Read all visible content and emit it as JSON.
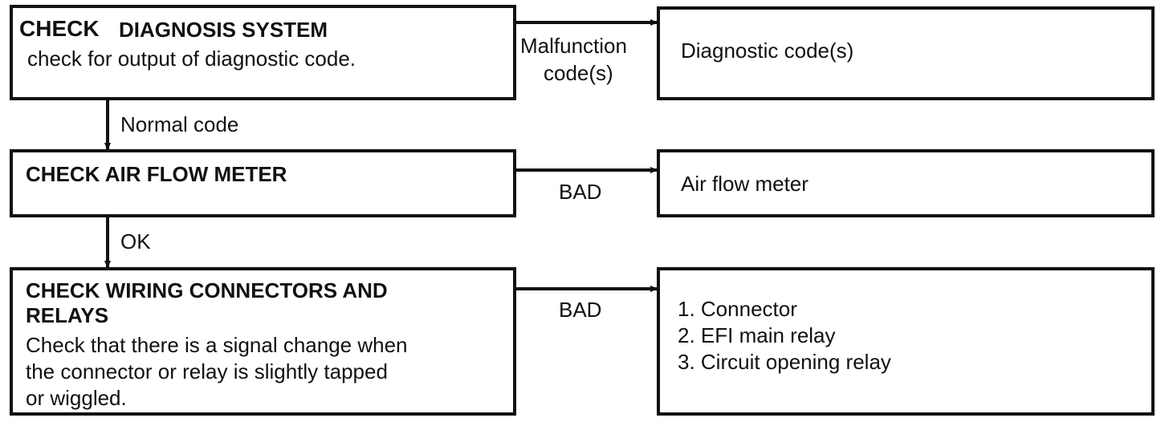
{
  "steps": [
    {
      "title_a": "CHECK",
      "title_b": "DIAGNOSIS SYSTEM",
      "desc": "check for output of diagnostic code.",
      "branch_label_lines": [
        "Malfunction",
        "code(s)"
      ],
      "result_lines": [
        "Diagnostic code(s)"
      ],
      "next_label": "Normal code"
    },
    {
      "title_a": "CHECK AIR FLOW METER",
      "branch_label": "BAD",
      "result_lines": [
        "Air flow meter"
      ],
      "next_label": "OK"
    },
    {
      "title_lines": [
        "CHECK WIRING CONNECTORS AND",
        "RELAYS"
      ],
      "desc_lines": [
        "Check that there is a signal change when",
        "the connector or relay is slightly tapped",
        "or wiggled."
      ],
      "branch_label": "BAD",
      "result_lines": [
        "1. Connector",
        "2. EFI main relay",
        "3. Circuit opening relay"
      ]
    }
  ],
  "colors": {
    "line": "#111111",
    "background": "#ffffff"
  }
}
